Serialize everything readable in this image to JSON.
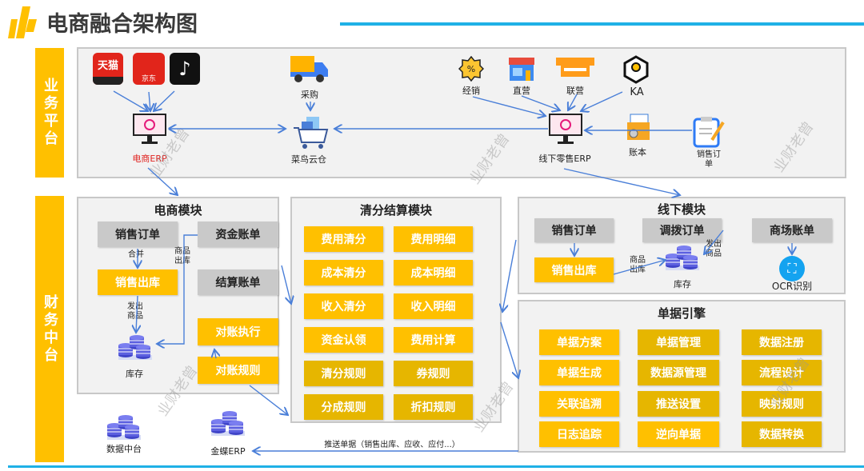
{
  "title": "电商融合架构图",
  "side_labels": {
    "business": "业务平台",
    "finance": "财务中台"
  },
  "business": {
    "channels": [
      "天猫",
      "京东"
    ],
    "ecom_erp": "电商ERP",
    "purchase": "采购",
    "warehouse": "菜鸟云仓",
    "offline_channels": [
      "经销",
      "直营",
      "联营",
      "KA"
    ],
    "offline_erp": "线下零售ERP",
    "ledger": "账本",
    "sales_order": "销售订单"
  },
  "ecom_module": {
    "title": "电商模块",
    "sales_order": "销售订单",
    "fund_bill": "资金账单",
    "merge": "合并",
    "goods_out": "商品出库",
    "sales_out": "销售出库",
    "settle_bill": "结算账单",
    "ship_goods": "发出商品",
    "inventory": "库存",
    "recon_exec": "对账执行",
    "recon_rule": "对账规则"
  },
  "clearing_module": {
    "title": "清分结算模块",
    "items": [
      "费用清分",
      "费用明细",
      "成本清分",
      "成本明细",
      "收入清分",
      "收入明细",
      "资金认领",
      "费用计算",
      "清分规则",
      "券规则",
      "分成规则",
      "折扣规则"
    ]
  },
  "offline_module": {
    "title": "线下模块",
    "sales_order": "销售订单",
    "transfer_order": "调拨订单",
    "mall_bill": "商场账单",
    "sales_out": "销售出库",
    "goods_out": "商品出库",
    "ship_goods": "发出商品",
    "inventory": "库存",
    "ocr": "OCR识别"
  },
  "doc_engine": {
    "title": "单据引擎",
    "items": [
      "单据方案",
      "单据管理",
      "数据注册",
      "单据生成",
      "数据源管理",
      "流程设计",
      "关联追溯",
      "推送设置",
      "映射规则",
      "日志追踪",
      "逆向单据",
      "数据转换"
    ]
  },
  "data_center": "数据中台",
  "kingdee_erp": "金蝶ERP",
  "push_label": "推送单据（销售出库、应收、应付...）",
  "watermark": "业财老曾",
  "colors": {
    "accent_yellow": "#ffc000",
    "accent_blue": "#1fb1e6",
    "arrow": "#4a7fd8",
    "gray_box": "#c9c9c9"
  }
}
